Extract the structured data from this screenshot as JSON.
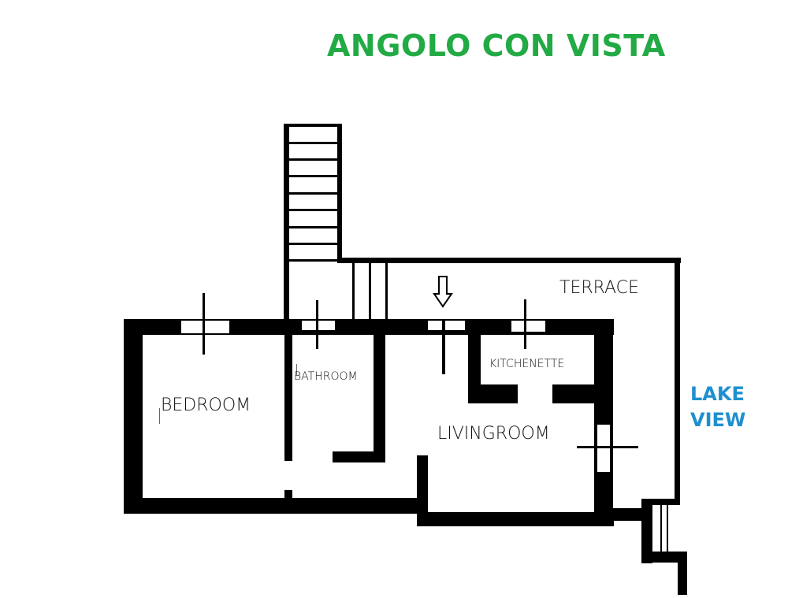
{
  "header": {
    "title": "ANGOLO CON VISTA"
  },
  "colors": {
    "title": "#22aa44",
    "lake_view": "#1e90d0",
    "walls": "#000000",
    "background": "#ffffff"
  },
  "rooms": {
    "bedroom": "BEDROOM",
    "bathroom": "BATHROOM",
    "kitchenette": "KITCHENETTE",
    "livingroom": "LIVINGROOM",
    "terrace": "TERRACE"
  },
  "annotations": {
    "lake_line1": "LAKE",
    "lake_line2": "VIEW",
    "entrance_icon": "down-arrow-icon"
  }
}
